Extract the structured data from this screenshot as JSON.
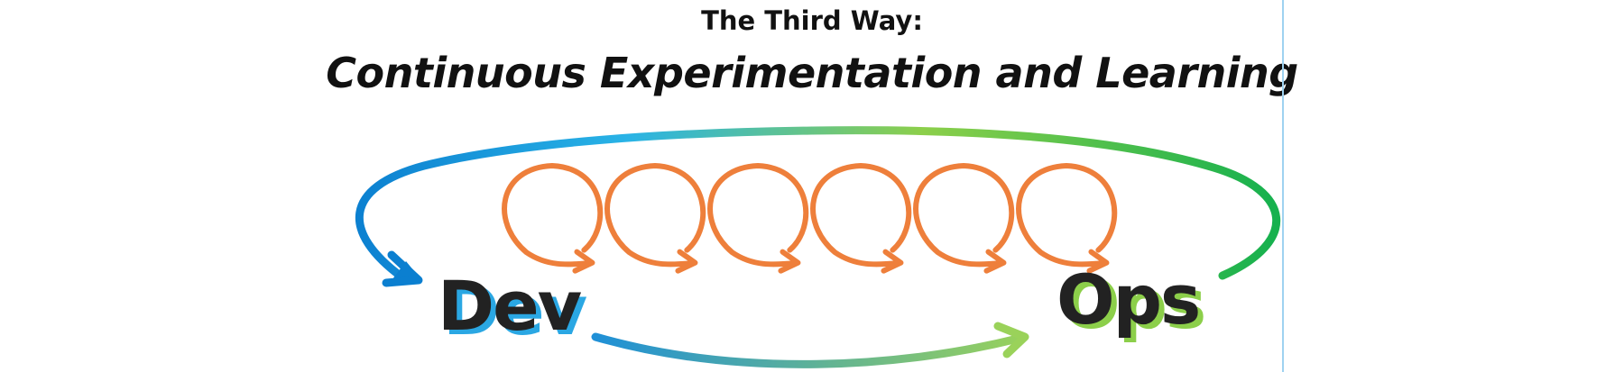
{
  "header": {
    "kicker": "The Third Way:",
    "title": "Continuous Experimentation and Learning"
  },
  "diagram": {
    "left_label": "Dev",
    "right_label": "Ops",
    "loop_count": 6,
    "colors": {
      "big_arc_start": "#0b7fd0",
      "big_arc_mid": "#29b3e6",
      "big_arc_green": "#8ccf4a",
      "big_arc_end": "#17b14e",
      "bottom_arrow_start": "#1e8fd8",
      "bottom_arrow_end": "#9ad25a",
      "loops": "#ee7f3b",
      "dev_fill": "#222222",
      "dev_outline": "#2aa7e3",
      "ops_fill": "#222222",
      "ops_outline": "#8ccf4a"
    }
  }
}
